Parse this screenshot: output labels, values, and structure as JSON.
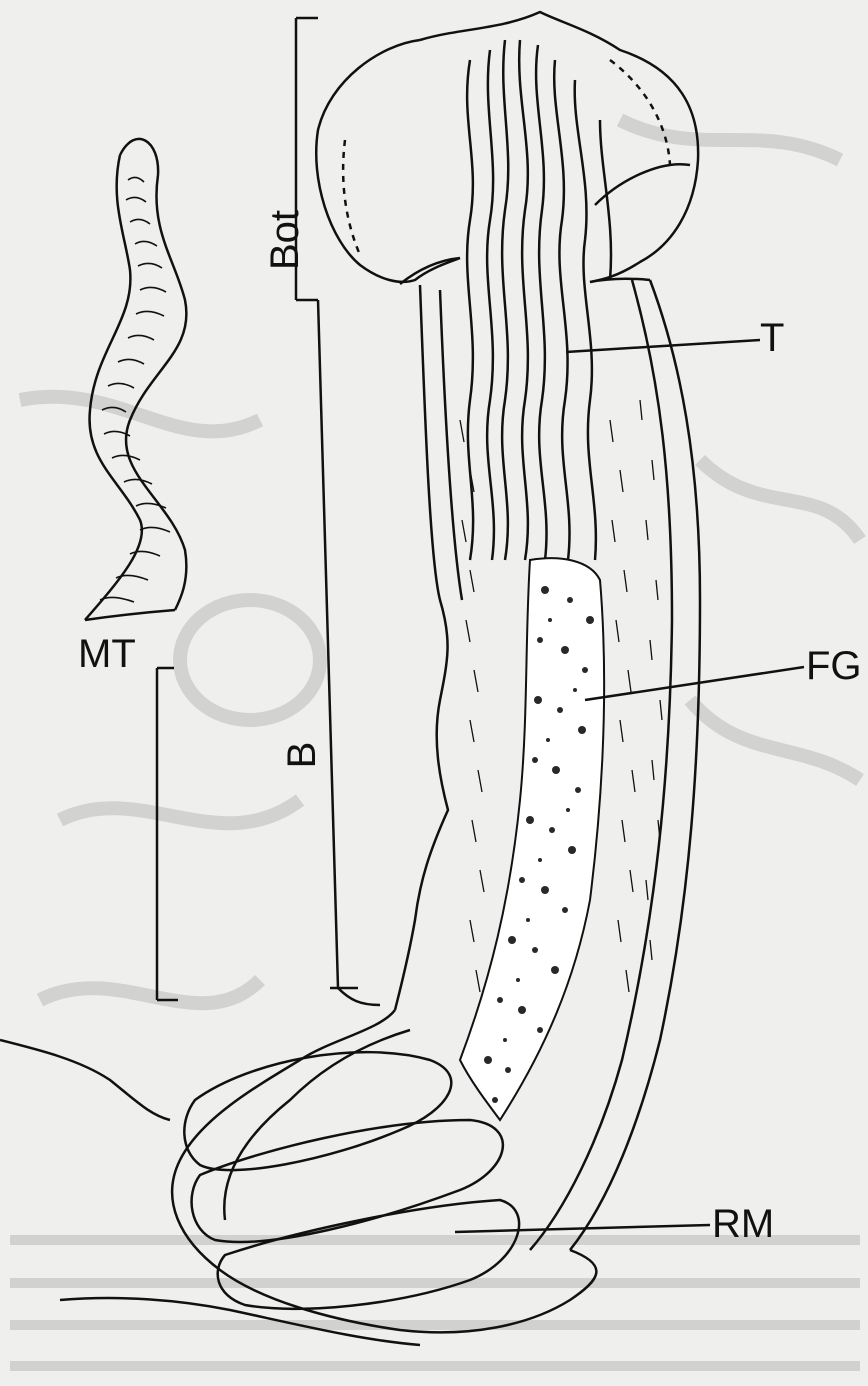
{
  "labels": {
    "bot": "Bot",
    "b": "B",
    "t": "T",
    "fg": "FG",
    "mt": "MT",
    "rm": "RM"
  }
}
